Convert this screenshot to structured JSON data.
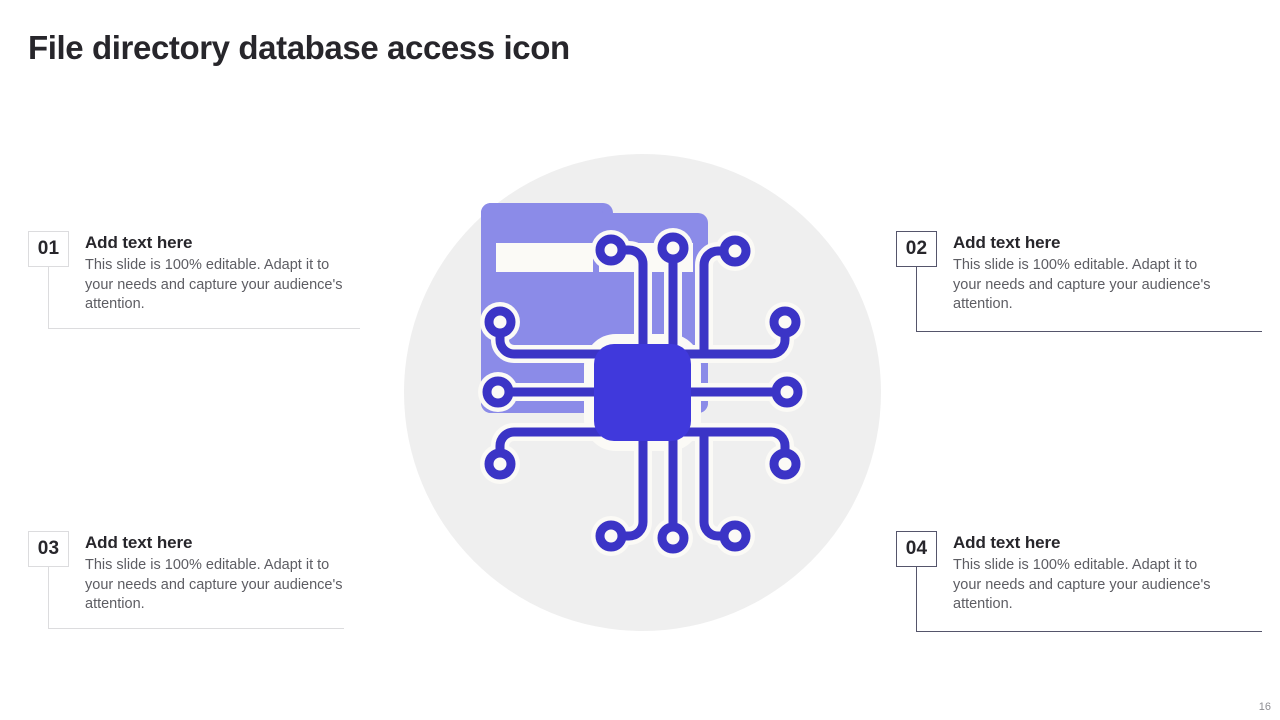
{
  "slide": {
    "title": "File directory database access icon",
    "page_number": "16",
    "background_color": "#ffffff"
  },
  "colors": {
    "title_text": "#27262b",
    "heading_text": "#27262b",
    "body_text": "#5d5d63",
    "light_border": "#dcdcde",
    "dark_border": "#55556b",
    "circle_backdrop": "#efefef",
    "folder_purple": "#8b8be8",
    "chip_indigo": "#4039dc",
    "trace_indigo": "#3b34c6",
    "halo_white": "#fbfaf6",
    "page_number_text": "#8d8d92"
  },
  "callouts": [
    {
      "id": "01",
      "number": "01",
      "heading": "Add text here",
      "body": "This slide is 100% editable. Adapt it to your needs and capture your audience's attention.",
      "border_style": "light",
      "side": "left"
    },
    {
      "id": "02",
      "number": "02",
      "heading": "Add text here",
      "body": "This slide is 100% editable. Adapt it to your needs and capture your audience's attention.",
      "border_style": "dark",
      "side": "right"
    },
    {
      "id": "03",
      "number": "03",
      "heading": "Add text here",
      "body": "This slide is 100% editable. Adapt it to your needs and capture your audience's attention.",
      "border_style": "light",
      "side": "left"
    },
    {
      "id": "04",
      "number": "04",
      "heading": "Add text here",
      "body": "This slide is 100% editable. Adapt it to your needs and capture your audience's attention.",
      "border_style": "dark",
      "side": "right"
    }
  ],
  "central_graphic": {
    "name": "file-directory-database-access-icon",
    "backdrop_shape": "circle",
    "elements": [
      "folder-icon",
      "folder-label-band",
      "cpu-chip-icon",
      "circuit-traces",
      "circuit-nodes"
    ],
    "node_count": "12"
  }
}
